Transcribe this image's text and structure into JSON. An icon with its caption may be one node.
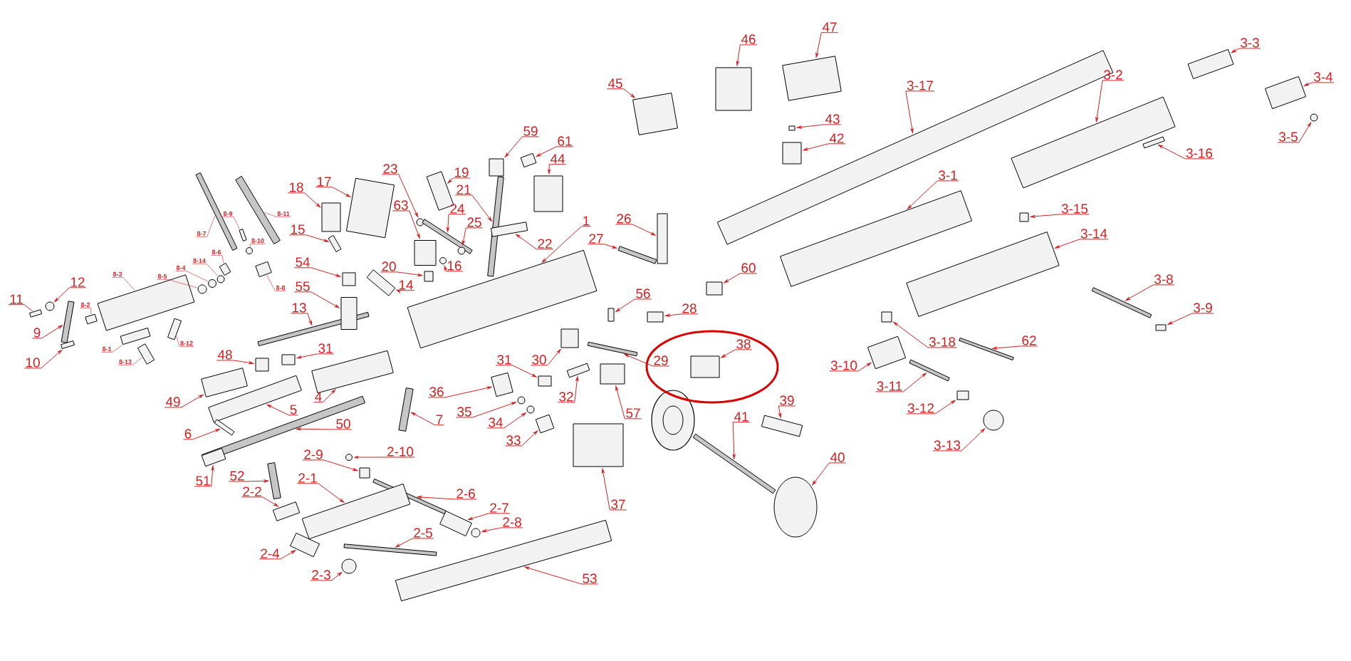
{
  "diagram": {
    "nodes": [
      {
        "text": [
          "8-7"
        ]
      },
      {
        "text": [
          "8-9"
        ]
      },
      {
        "text": [
          "8-10"
        ]
      },
      {
        "text": [
          "8-11"
        ]
      },
      {
        "text": [
          "8-6"
        ]
      },
      {
        "text": [
          "8-14"
        ]
      },
      {
        "text": [
          "8-5"
        ]
      },
      {
        "text": [
          "8-4"
        ]
      },
      {
        "text": [
          "8-8"
        ]
      },
      {
        "text": [
          "8-3"
        ]
      },
      {
        "text": [
          "8-2"
        ]
      },
      {
        "text": [
          "8-1"
        ]
      },
      {
        "text": [
          "8-12"
        ]
      },
      {
        "text": [
          "8-13"
        ]
      },
      {
        "text": [
          "12"
        ]
      },
      {
        "text": [
          "11"
        ]
      },
      {
        "text": [
          "9"
        ]
      },
      {
        "text": [
          "10"
        ]
      },
      {
        "text": [
          "13"
        ]
      },
      {
        "text": [
          "18"
        ]
      },
      {
        "text": [
          "17"
        ]
      },
      {
        "text": [
          "15"
        ]
      },
      {
        "text": [
          "54"
        ]
      },
      {
        "text": [
          "55"
        ]
      },
      {
        "text": [
          "23"
        ]
      },
      {
        "text": [
          "63"
        ]
      },
      {
        "text": [
          "19"
        ]
      },
      {
        "text": [
          "24"
        ]
      },
      {
        "text": [
          "21"
        ]
      },
      {
        "text": [
          "25"
        ]
      },
      {
        "text": [
          "22"
        ]
      },
      {
        "text": [
          "20"
        ]
      },
      {
        "text": [
          "16"
        ]
      },
      {
        "text": [
          "14"
        ]
      },
      {
        "text": [
          "59"
        ]
      },
      {
        "text": [
          "61"
        ]
      },
      {
        "text": [
          "44"
        ]
      },
      {
        "text": [
          "1"
        ]
      },
      {
        "text": [
          "26"
        ]
      },
      {
        "text": [
          "27"
        ]
      },
      {
        "text": [
          "31"
        ]
      },
      {
        "text": [
          "4"
        ]
      },
      {
        "text": [
          "36"
        ]
      },
      {
        "text": [
          "31"
        ]
      },
      {
        "text": [
          "30"
        ]
      },
      {
        "text": [
          "32"
        ]
      },
      {
        "text": [
          "56"
        ]
      },
      {
        "text": [
          "28"
        ]
      },
      {
        "text": [
          "29"
        ]
      },
      {
        "text": [
          "60"
        ]
      },
      {
        "text": [
          "38"
        ]
      },
      {
        "text": [
          "57"
        ]
      },
      {
        "text": [
          "45"
        ]
      },
      {
        "text": [
          "46"
        ]
      },
      {
        "text": [
          "47"
        ]
      },
      {
        "text": [
          "43"
        ]
      },
      {
        "text": [
          "42"
        ]
      },
      {
        "text": [
          "41"
        ]
      },
      {
        "text": [
          "39"
        ]
      },
      {
        "text": [
          "40"
        ]
      },
      {
        "text": [
          "33"
        ]
      },
      {
        "text": [
          "34"
        ]
      },
      {
        "text": [
          "35"
        ]
      },
      {
        "text": [
          "7"
        ]
      },
      {
        "text": [
          "37"
        ]
      },
      {
        "text": [
          "53"
        ]
      },
      {
        "text": [
          "2-5"
        ]
      },
      {
        "text": [
          "2-6"
        ]
      },
      {
        "text": [
          "2-7"
        ]
      },
      {
        "text": [
          "2-8"
        ]
      },
      {
        "text": [
          "48"
        ]
      },
      {
        "text": [
          "49"
        ]
      },
      {
        "text": [
          "5"
        ]
      },
      {
        "text": [
          "6"
        ]
      },
      {
        "text": [
          "50"
        ]
      },
      {
        "text": [
          "51"
        ]
      },
      {
        "text": [
          "52"
        ]
      },
      {
        "text": [
          "2-9"
        ]
      },
      {
        "text": [
          "2-10"
        ]
      },
      {
        "text": [
          "2-1"
        ]
      },
      {
        "text": [
          "2-2"
        ]
      },
      {
        "text": [
          "2-4"
        ]
      },
      {
        "text": [
          "2-3"
        ]
      },
      {
        "text": [
          "3-17"
        ]
      },
      {
        "text": [
          "3-2"
        ]
      },
      {
        "text": [
          "3-3"
        ]
      },
      {
        "text": [
          "3-4"
        ]
      },
      {
        "text": [
          "3-5"
        ]
      },
      {
        "text": [
          "3-16"
        ]
      },
      {
        "text": [
          "3-1"
        ]
      },
      {
        "text": [
          "3-15"
        ]
      },
      {
        "text": [
          "3-14"
        ]
      },
      {
        "text": [
          "3-8"
        ]
      },
      {
        "text": [
          "3-9"
        ]
      },
      {
        "text": [
          "62"
        ]
      },
      {
        "text": [
          "3-18"
        ]
      },
      {
        "text": [
          "3-10"
        ]
      },
      {
        "text": [
          "3-11"
        ]
      },
      {
        "text": [
          "3-12"
        ]
      },
      {
        "text": [
          "3-13"
        ]
      },
      {
        "text": [],
        "shape": "bar"
      },
      {
        "text": [],
        "shape": "box"
      },
      {
        "text": [],
        "shape": "circle"
      },
      {
        "text": [],
        "shape": "bar"
      },
      {
        "text": [],
        "shape": "box"
      },
      {
        "text": [],
        "shape": "circle"
      },
      {
        "text": [],
        "shape": "circle"
      },
      {
        "text": [],
        "shape": "circle"
      },
      {
        "text": [],
        "shape": "box"
      },
      {
        "text": [],
        "shape": "box"
      },
      {
        "text": [],
        "shape": "box"
      },
      {
        "text": [],
        "shape": "box"
      },
      {
        "text": [],
        "shape": "box"
      },
      {
        "text": [],
        "shape": "box"
      },
      {
        "text": [],
        "shape": "circle"
      },
      {
        "text": [],
        "shape": "box"
      },
      {
        "text": [],
        "shape": "bar"
      },
      {
        "text": [],
        "shape": "box"
      },
      {
        "text": [],
        "shape": "bar"
      },
      {
        "text": [],
        "shape": "box"
      },
      {
        "text": [],
        "shape": "box"
      },
      {
        "text": [],
        "shape": "box"
      },
      {
        "text": [],
        "shape": "box"
      },
      {
        "text": [],
        "shape": "box"
      },
      {
        "text": [],
        "shape": "circle"
      },
      {
        "text": [],
        "shape": "box"
      },
      {
        "text": [],
        "shape": "box"
      },
      {
        "text": [],
        "shape": "bar"
      },
      {
        "text": [],
        "shape": "bar"
      },
      {
        "text": [],
        "shape": "circle"
      },
      {
        "text": [],
        "shape": "box"
      },
      {
        "text": [],
        "shape": "box"
      },
      {
        "text": [],
        "shape": "circle"
      },
      {
        "text": [],
        "shape": "box"
      },
      {
        "text": [],
        "shape": "box"
      },
      {
        "text": [],
        "shape": "box"
      },
      {
        "text": [],
        "shape": "box"
      },
      {
        "text": [],
        "shape": "box"
      },
      {
        "text": [],
        "shape": "box"
      },
      {
        "text": [],
        "shape": "bar"
      },
      {
        "text": [],
        "shape": "box"
      },
      {
        "text": [],
        "shape": "box"
      },
      {
        "text": [],
        "shape": "box"
      },
      {
        "text": [],
        "shape": "box"
      },
      {
        "text": [],
        "shape": "box"
      },
      {
        "text": [],
        "shape": "box"
      },
      {
        "text": [],
        "shape": "box"
      },
      {
        "text": [],
        "shape": "box"
      },
      {
        "text": [],
        "shape": "bar"
      },
      {
        "text": [],
        "shape": "box"
      },
      {
        "text": [],
        "shape": "box"
      },
      {
        "text": [],
        "shape": "box"
      },
      {
        "text": [],
        "shape": "box"
      },
      {
        "text": [],
        "shape": "box"
      },
      {
        "text": [],
        "shape": "box"
      },
      {
        "text": [],
        "shape": "box"
      },
      {
        "text": [],
        "shape": "box"
      },
      {
        "text": [],
        "shape": "bar"
      },
      {
        "text": [],
        "shape": "box"
      },
      {
        "text": [],
        "shape": "circle"
      },
      {
        "text": [],
        "shape": "box"
      },
      {
        "text": [],
        "shape": "circle"
      },
      {
        "text": [],
        "shape": "circle"
      },
      {
        "text": [],
        "shape": "bar"
      },
      {
        "text": [],
        "shape": "box"
      },
      {
        "text": [],
        "shape": "box"
      },
      {
        "text": [],
        "shape": "bar"
      },
      {
        "text": [],
        "shape": "bar"
      },
      {
        "text": [],
        "shape": "box"
      },
      {
        "text": [],
        "shape": "circle"
      },
      {
        "text": [],
        "shape": "box"
      },
      {
        "text": [],
        "shape": "box"
      },
      {
        "text": [],
        "shape": "box"
      },
      {
        "text": [],
        "shape": "box"
      },
      {
        "text": [],
        "shape": "bar"
      },
      {
        "text": [],
        "shape": "box"
      },
      {
        "text": [],
        "shape": "bar"
      },
      {
        "text": [],
        "shape": "box"
      },
      {
        "text": [],
        "shape": "circle"
      },
      {
        "text": [],
        "shape": "box"
      },
      {
        "text": [],
        "shape": "box"
      },
      {
        "text": [],
        "shape": "box"
      },
      {
        "text": [],
        "shape": "circle"
      },
      {
        "text": [],
        "shape": "box"
      },
      {
        "text": [],
        "shape": "box"
      },
      {
        "text": [],
        "shape": "box"
      },
      {
        "text": [],
        "shape": "box"
      },
      {
        "text": [],
        "shape": "circle"
      },
      {
        "text": [],
        "shape": "box"
      },
      {
        "text": [],
        "shape": "box"
      },
      {
        "text": [],
        "shape": "box"
      },
      {
        "text": [],
        "shape": "box"
      },
      {
        "text": [],
        "shape": "bar"
      },
      {
        "text": [],
        "shape": "box"
      },
      {
        "text": [],
        "shape": "bar"
      },
      {
        "text": [],
        "shape": "box"
      },
      {
        "text": [],
        "shape": "box"
      },
      {
        "text": [],
        "shape": "bar"
      },
      {
        "text": [],
        "shape": "box"
      },
      {
        "text": [],
        "shape": "circle"
      }
    ],
    "edges": [
      {
        "from": 0,
        "to": 100,
        "arrow": "none"
      },
      {
        "from": 1,
        "to": 101,
        "arrow": "none"
      },
      {
        "from": 2,
        "to": 102,
        "arrow": "none"
      },
      {
        "from": 3,
        "to": 103,
        "arrow": "none"
      },
      {
        "from": 4,
        "to": 104,
        "arrow": "none"
      },
      {
        "from": 5,
        "to": 105,
        "arrow": "none"
      },
      {
        "from": 6,
        "to": 106,
        "arrow": "none"
      },
      {
        "from": 7,
        "to": 107,
        "arrow": "none"
      },
      {
        "from": 8,
        "to": 108,
        "arrow": "none"
      },
      {
        "from": 9,
        "to": 109,
        "arrow": "none"
      },
      {
        "from": 10,
        "to": 110,
        "arrow": "none"
      },
      {
        "from": 11,
        "to": 111,
        "arrow": "none"
      },
      {
        "from": 12,
        "to": 112,
        "arrow": "none"
      },
      {
        "from": 13,
        "to": 113,
        "arrow": "none"
      },
      {
        "from": 14,
        "to": 114,
        "arrow": "to"
      },
      {
        "from": 15,
        "to": 115,
        "arrow": "none"
      },
      {
        "from": 16,
        "to": 116,
        "arrow": "to"
      },
      {
        "from": 17,
        "to": 117,
        "arrow": "to"
      },
      {
        "from": 18,
        "to": 118,
        "arrow": "to"
      },
      {
        "from": 19,
        "to": 119,
        "arrow": "to"
      },
      {
        "from": 20,
        "to": 120,
        "arrow": "to"
      },
      {
        "from": 21,
        "to": 121,
        "arrow": "to"
      },
      {
        "from": 22,
        "to": 122,
        "arrow": "to"
      },
      {
        "from": 23,
        "to": 123,
        "arrow": "to"
      },
      {
        "from": 24,
        "to": 124,
        "arrow": "to"
      },
      {
        "from": 25,
        "to": 125,
        "arrow": "to"
      },
      {
        "from": 26,
        "to": 126,
        "arrow": "to"
      },
      {
        "from": 27,
        "to": 127,
        "arrow": "to"
      },
      {
        "from": 28,
        "to": 128,
        "arrow": "to"
      },
      {
        "from": 29,
        "to": 129,
        "arrow": "to"
      },
      {
        "from": 30,
        "to": 130,
        "arrow": "to"
      },
      {
        "from": 31,
        "to": 131,
        "arrow": "to"
      },
      {
        "from": 32,
        "to": 132,
        "arrow": "to"
      },
      {
        "from": 33,
        "to": 133,
        "arrow": "to"
      },
      {
        "from": 34,
        "to": 134,
        "arrow": "to"
      },
      {
        "from": 35,
        "to": 135,
        "arrow": "to"
      },
      {
        "from": 36,
        "to": 136,
        "arrow": "to"
      },
      {
        "from": 37,
        "to": 137,
        "arrow": "to"
      },
      {
        "from": 38,
        "to": 138,
        "arrow": "to"
      },
      {
        "from": 39,
        "to": 139,
        "arrow": "to"
      },
      {
        "from": 40,
        "to": 140,
        "arrow": "to"
      },
      {
        "from": 41,
        "to": 141,
        "arrow": "to"
      },
      {
        "from": 42,
        "to": 142,
        "arrow": "to"
      },
      {
        "from": 43,
        "to": 143,
        "arrow": "to"
      },
      {
        "from": 44,
        "to": 144,
        "arrow": "to"
      },
      {
        "from": 45,
        "to": 145,
        "arrow": "to"
      },
      {
        "from": 46,
        "to": 146,
        "arrow": "to"
      },
      {
        "from": 47,
        "to": 147,
        "arrow": "to"
      },
      {
        "from": 48,
        "to": 148,
        "arrow": "to"
      },
      {
        "from": 49,
        "to": 149,
        "arrow": "to"
      },
      {
        "from": 50,
        "to": 150,
        "arrow": "to"
      },
      {
        "from": 51,
        "to": 151,
        "arrow": "to"
      },
      {
        "from": 52,
        "to": 152,
        "arrow": "to"
      },
      {
        "from": 53,
        "to": 153,
        "arrow": "to"
      },
      {
        "from": 54,
        "to": 154,
        "arrow": "to"
      },
      {
        "from": 55,
        "to": 155,
        "arrow": "to"
      },
      {
        "from": 56,
        "to": 156,
        "arrow": "to"
      },
      {
        "from": 57,
        "to": 157,
        "arrow": "to"
      },
      {
        "from": 58,
        "to": 158,
        "arrow": "to"
      },
      {
        "from": 59,
        "to": 159,
        "arrow": "to"
      },
      {
        "from": 60,
        "to": 160,
        "arrow": "to"
      },
      {
        "from": 61,
        "to": 161,
        "arrow": "to"
      },
      {
        "from": 62,
        "to": 162,
        "arrow": "to"
      },
      {
        "from": 63,
        "to": 163,
        "arrow": "to"
      },
      {
        "from": 64,
        "to": 164,
        "arrow": "to"
      },
      {
        "from": 65,
        "to": 165,
        "arrow": "to"
      },
      {
        "from": 66,
        "to": 166,
        "arrow": "to"
      },
      {
        "from": 67,
        "to": 167,
        "arrow": "to"
      },
      {
        "from": 68,
        "to": 168,
        "arrow": "to"
      },
      {
        "from": 69,
        "to": 169,
        "arrow": "to"
      },
      {
        "from": 70,
        "to": 170,
        "arrow": "to"
      },
      {
        "from": 71,
        "to": 171,
        "arrow": "to"
      },
      {
        "from": 72,
        "to": 172,
        "arrow": "to"
      },
      {
        "from": 73,
        "to": 173,
        "arrow": "to"
      },
      {
        "from": 74,
        "to": 174,
        "arrow": "to"
      },
      {
        "from": 75,
        "to": 175,
        "arrow": "to"
      },
      {
        "from": 76,
        "to": 176,
        "arrow": "to"
      },
      {
        "from": 77,
        "to": 177,
        "arrow": "to"
      },
      {
        "from": 78,
        "to": 178,
        "arrow": "to"
      },
      {
        "from": 79,
        "to": 179,
        "arrow": "to"
      },
      {
        "from": 80,
        "to": 180,
        "arrow": "to"
      },
      {
        "from": 81,
        "to": 181,
        "arrow": "to"
      },
      {
        "from": 82,
        "to": 182,
        "arrow": "to"
      },
      {
        "from": 83,
        "to": 183,
        "arrow": "to"
      },
      {
        "from": 84,
        "to": 184,
        "arrow": "to"
      },
      {
        "from": 85,
        "to": 185,
        "arrow": "to"
      },
      {
        "from": 86,
        "to": 186,
        "arrow": "to"
      },
      {
        "from": 87,
        "to": 187,
        "arrow": "to"
      },
      {
        "from": 88,
        "to": 188,
        "arrow": "to"
      },
      {
        "from": 89,
        "to": 189,
        "arrow": "to"
      },
      {
        "from": 90,
        "to": 190,
        "arrow": "to"
      },
      {
        "from": 91,
        "to": 191,
        "arrow": "to"
      },
      {
        "from": 92,
        "to": 192,
        "arrow": "to"
      },
      {
        "from": 93,
        "to": 193,
        "arrow": "to"
      },
      {
        "from": 94,
        "to": 194,
        "arrow": "to"
      },
      {
        "from": 95,
        "to": 195,
        "arrow": "to"
      },
      {
        "from": 96,
        "to": 196,
        "arrow": "to"
      },
      {
        "from": 97,
        "to": 197,
        "arrow": "to"
      },
      {
        "from": 98,
        "to": 198,
        "arrow": "to"
      },
      {
        "from": 99,
        "to": 199,
        "arrow": "to"
      }
    ]
  }
}
